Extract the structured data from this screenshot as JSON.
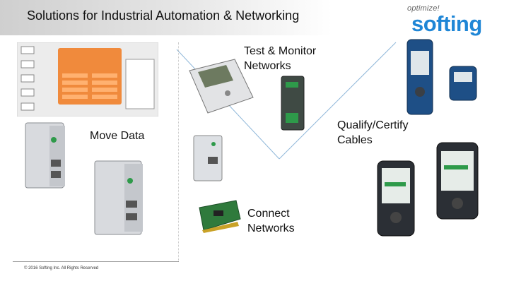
{
  "slide": {
    "title": "Solutions for Industrial Automation & Networking",
    "logo": {
      "tagline": "optimize!",
      "brand": "softing",
      "brand_color": "#1f86d6"
    },
    "labels": {
      "test_monitor": [
        "Test & Monitor",
        "Networks"
      ],
      "qualify_certify": [
        "Qualify/Certify",
        "Cables"
      ],
      "move_data": "Move Data",
      "connect_networks": [
        "Connect",
        "Networks"
      ]
    },
    "footer": "© 2016 Softing Inc. All Rights Reserved",
    "colors": {
      "accent_orange": "#f08a3c",
      "divider_blue": "#8fb7d9"
    }
  }
}
